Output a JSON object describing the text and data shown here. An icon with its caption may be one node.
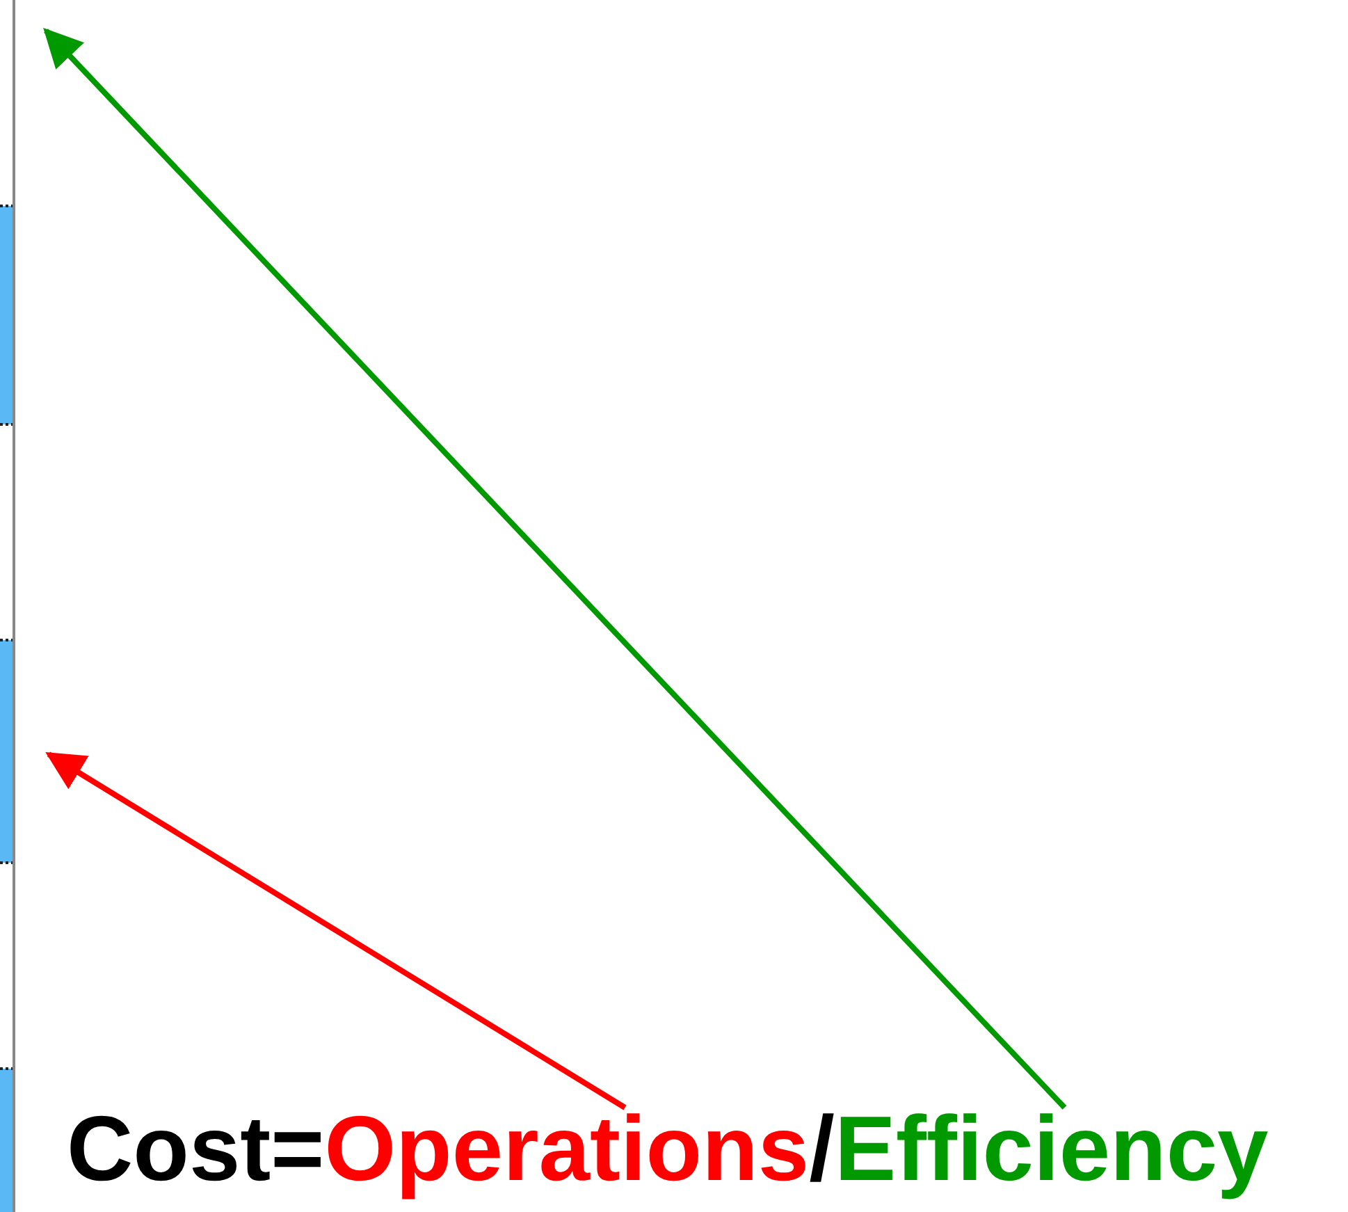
{
  "diagram": {
    "nodes": [
      {
        "text": [
          "Operations"
        ]
      },
      {
        "text": [
          "Efficiency"
        ]
      }
    ],
    "edges": [
      {
        "from": 0,
        "to": null,
        "arrow": "to",
        "color": "#ff0000"
      },
      {
        "from": 1,
        "to": null,
        "arrow": "to",
        "color": "#009900"
      }
    ],
    "labels": [
      "Cost=",
      "/"
    ]
  }
}
